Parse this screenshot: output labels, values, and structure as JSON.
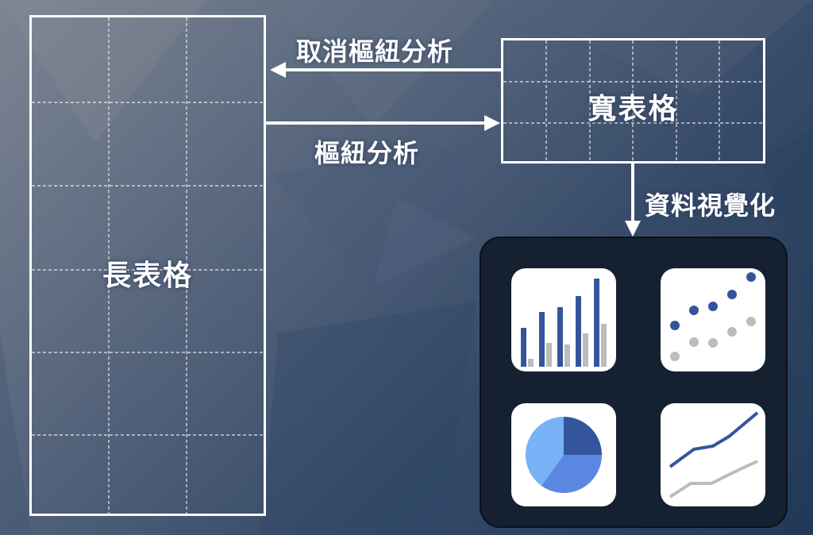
{
  "long_table": {
    "label": "長表格",
    "rows": 6,
    "cols": 3
  },
  "wide_table": {
    "label": "寬表格",
    "rows": 3,
    "cols": 6
  },
  "arrows": {
    "unpivot_label": "取消樞紐分析",
    "pivot_label": "樞紐分析",
    "visualize_label": "資料視覺化"
  },
  "colors": {
    "accent_blue": "#34559b",
    "mid_blue": "#5a87e0",
    "light_blue": "#78b2f7",
    "gray": "#bcbcbc",
    "panel": "#152131",
    "line_white": "#ffffff"
  },
  "icons": [
    "bar-chart-icon",
    "scatter-plot-icon",
    "pie-chart-icon",
    "line-chart-icon"
  ]
}
